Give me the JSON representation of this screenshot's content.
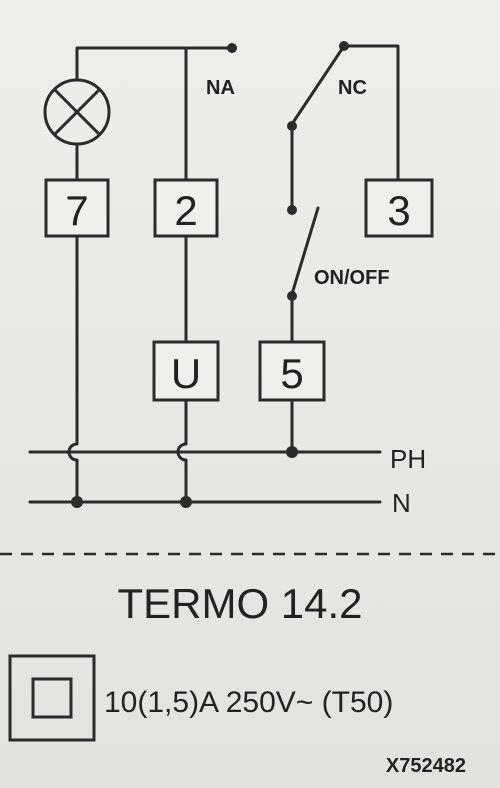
{
  "terminals": {
    "t7": "7",
    "t2": "2",
    "t3": "3",
    "tU": "U",
    "t5": "5"
  },
  "contacts": {
    "na": "NA",
    "nc": "NC",
    "on_off": "ON/OFF"
  },
  "bus": {
    "phase": "PH",
    "neutral": "N"
  },
  "product": {
    "model": "TERMO 14.2",
    "rating": "10(1,5)A 250V~ (T50)",
    "code": "X752482"
  },
  "colors": {
    "ink": "#2b2b2b",
    "paper": "#eeeeea"
  }
}
